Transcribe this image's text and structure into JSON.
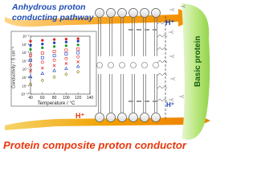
{
  "header": {
    "title_line1": "Anhydrous proton",
    "title_line2": "conducting pathway"
  },
  "labels": {
    "h_plus": "H⁺",
    "basic_protein": "Basic protein",
    "footer_title": "Protein composite proton conductor"
  },
  "chart_data": {
    "type": "scatter",
    "xlabel": "Temperature / °C",
    "ylabel": "Conductivity / S cm⁻¹",
    "x_ticks": [
      "40",
      "60",
      "80",
      "100",
      "120",
      "140"
    ],
    "y_ticks": [
      "10⁻¹⁰",
      "10⁻⁹",
      "10⁻⁸",
      "10⁻⁷",
      "10⁻⁶",
      "10⁻⁵",
      "10⁻⁴",
      "10⁻³"
    ],
    "xlim": [
      40,
      140
    ],
    "ylim": [
      -10,
      -3
    ],
    "y_scale": "log",
    "series": [
      {
        "color": "#e02020",
        "marker": "circle-filled",
        "x": [
          40,
          60,
          80,
          100,
          120
        ],
        "y": [
          -3.6,
          -3.5,
          -3.4,
          -3.35,
          -3.3
        ]
      },
      {
        "color": "#1a3fbf",
        "marker": "circle-filled",
        "x": [
          40,
          60,
          80,
          100,
          120
        ],
        "y": [
          -4.1,
          -3.95,
          -3.8,
          -3.7,
          -3.6
        ]
      },
      {
        "color": "#1a9c2a",
        "marker": "circle-filled",
        "x": [
          40,
          60,
          80,
          100,
          120
        ],
        "y": [
          -4.6,
          -4.4,
          -4.25,
          -4.15,
          -4.05
        ]
      },
      {
        "color": "#e02020",
        "marker": "square-open",
        "x": [
          40,
          60,
          80,
          100,
          120
        ],
        "y": [
          -5.3,
          -5.05,
          -4.85,
          -4.7,
          -4.55
        ]
      },
      {
        "color": "#1a3fbf",
        "marker": "square-open",
        "x": [
          40,
          60,
          80,
          100,
          120
        ],
        "y": [
          -5.9,
          -5.6,
          -5.35,
          -5.15,
          -5.0
        ]
      },
      {
        "color": "#e02020",
        "marker": "circle-open",
        "x": [
          40,
          60,
          80,
          100,
          120
        ],
        "y": [
          -6.5,
          -6.15,
          -5.9,
          -5.7,
          -5.5
        ]
      },
      {
        "color": "#e02020",
        "marker": "cross",
        "x": [
          40,
          60,
          80,
          100,
          120
        ],
        "y": [
          -7.2,
          -6.85,
          -6.55,
          -6.3,
          -6.1
        ]
      },
      {
        "color": "#1a3fbf",
        "marker": "triangle-open",
        "x": [
          40,
          60,
          80,
          100,
          120
        ],
        "y": [
          -7.9,
          -7.5,
          -7.15,
          -6.9,
          -6.65
        ]
      },
      {
        "color": "#8a7a10",
        "marker": "diamond-open",
        "x": [
          40,
          60,
          80,
          100,
          120
        ],
        "y": [
          -8.8,
          -8.35,
          -7.95,
          -7.6,
          -7.3
        ]
      }
    ]
  }
}
